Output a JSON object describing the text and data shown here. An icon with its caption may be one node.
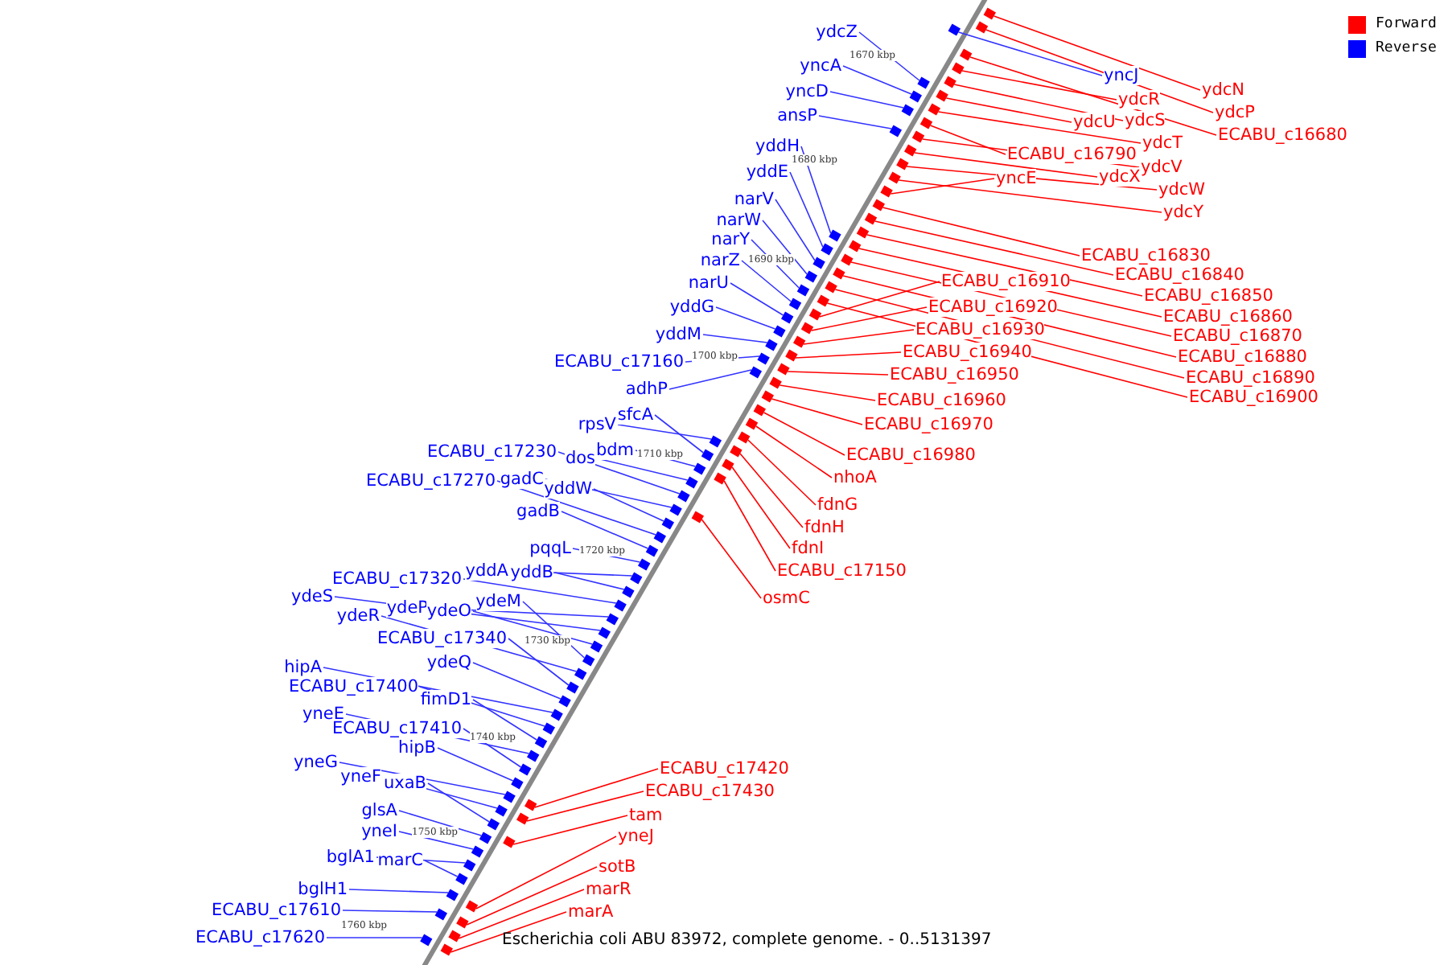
{
  "diagram": {
    "nodes": [
      {
        "text": [
          "ydcZ"
        ]
      },
      {
        "text": [
          "yncA"
        ]
      },
      {
        "text": [
          "yncD"
        ]
      },
      {
        "text": [
          "ansP"
        ]
      },
      {
        "text": [
          "yddH"
        ]
      },
      {
        "text": [
          "yddE"
        ]
      },
      {
        "text": [
          "narV"
        ]
      },
      {
        "text": [
          "narW"
        ]
      },
      {
        "text": [
          "narY"
        ]
      },
      {
        "text": [
          "narZ"
        ]
      },
      {
        "text": [
          "narU"
        ]
      },
      {
        "text": [
          "yddG"
        ]
      },
      {
        "text": [
          "yddM"
        ]
      },
      {
        "text": [
          "ECABU_c17160"
        ]
      },
      {
        "text": [
          "adhP"
        ]
      },
      {
        "text": [
          "rpsV"
        ]
      },
      {
        "text": [
          "sfcA"
        ]
      },
      {
        "text": [
          "ECABU_c17230"
        ]
      },
      {
        "text": [
          "dos"
        ]
      },
      {
        "text": [
          "bdm"
        ]
      },
      {
        "text": [
          "ECABU_c17270"
        ]
      },
      {
        "text": [
          "gadC"
        ]
      },
      {
        "text": [
          "yddW"
        ]
      },
      {
        "text": [
          "gadB"
        ]
      },
      {
        "text": [
          "pqqL"
        ]
      },
      {
        "text": [
          "yddA"
        ]
      },
      {
        "text": [
          "yddB"
        ]
      },
      {
        "text": [
          "ydeS"
        ]
      },
      {
        "text": [
          "ECABU_c17320"
        ]
      },
      {
        "text": [
          "ydeP"
        ]
      },
      {
        "text": [
          "ydeO"
        ]
      },
      {
        "text": [
          "ydeR"
        ]
      },
      {
        "text": [
          "ydeM"
        ]
      },
      {
        "text": [
          "ECABU_c17340"
        ]
      },
      {
        "text": [
          "ydeQ"
        ]
      },
      {
        "text": [
          "hipA"
        ]
      },
      {
        "text": [
          "ECABU_c17400"
        ]
      },
      {
        "text": [
          "fimD1"
        ]
      },
      {
        "text": [
          "yneE"
        ]
      },
      {
        "text": [
          "ECABU_c17410"
        ]
      },
      {
        "text": [
          "hipB"
        ]
      },
      {
        "text": [
          "yneG"
        ]
      },
      {
        "text": [
          "yneF"
        ]
      },
      {
        "text": [
          "uxaB"
        ]
      },
      {
        "text": [
          "glsA"
        ]
      },
      {
        "text": [
          "yneI"
        ]
      },
      {
        "text": [
          "bglA1"
        ]
      },
      {
        "text": [
          "marC"
        ]
      },
      {
        "text": [
          "bglH1"
        ]
      },
      {
        "text": [
          "ECABU_c17610"
        ]
      },
      {
        "text": [
          "ECABU_c17620"
        ]
      },
      {
        "text": [
          "yncJ"
        ]
      },
      {
        "text": [
          "ydcN"
        ]
      },
      {
        "text": [
          "ydcP"
        ]
      },
      {
        "text": [
          "ECABU_c16680"
        ]
      },
      {
        "text": [
          "ydcR"
        ]
      },
      {
        "text": [
          "ydcS"
        ]
      },
      {
        "text": [
          "ydcU"
        ]
      },
      {
        "text": [
          "ydcT"
        ]
      },
      {
        "text": [
          "ECABU_c16790"
        ]
      },
      {
        "text": [
          "ydcV"
        ]
      },
      {
        "text": [
          "yncE"
        ]
      },
      {
        "text": [
          "ydcX"
        ]
      },
      {
        "text": [
          "ydcW"
        ]
      },
      {
        "text": [
          "ydcY"
        ]
      },
      {
        "text": [
          "ECABU_c16830"
        ]
      },
      {
        "text": [
          "ECABU_c16840"
        ]
      },
      {
        "text": [
          "ECABU_c16850"
        ]
      },
      {
        "text": [
          "ECABU_c16860"
        ]
      },
      {
        "text": [
          "ECABU_c16870"
        ]
      },
      {
        "text": [
          "ECABU_c16880"
        ]
      },
      {
        "text": [
          "ECABU_c16890"
        ]
      },
      {
        "text": [
          "ECABU_c16900"
        ]
      },
      {
        "text": [
          "ECABU_c16910"
        ]
      },
      {
        "text": [
          "ECABU_c16920"
        ]
      },
      {
        "text": [
          "ECABU_c16930"
        ]
      },
      {
        "text": [
          "ECABU_c16940"
        ]
      },
      {
        "text": [
          "ECABU_c16950"
        ]
      },
      {
        "text": [
          "ECABU_c16960"
        ]
      },
      {
        "text": [
          "ECABU_c16970"
        ]
      },
      {
        "text": [
          "ECABU_c16980"
        ]
      },
      {
        "text": [
          "nhoA"
        ]
      },
      {
        "text": [
          "fdnG"
        ]
      },
      {
        "text": [
          "fdnH"
        ]
      },
      {
        "text": [
          "fdnI"
        ]
      },
      {
        "text": [
          "ECABU_c17150"
        ]
      },
      {
        "text": [
          "osmC"
        ]
      },
      {
        "text": [
          "ECABU_c17420"
        ]
      },
      {
        "text": [
          "ECABU_c17430"
        ]
      },
      {
        "text": [
          "tam"
        ]
      },
      {
        "text": [
          "yneJ"
        ]
      },
      {
        "text": [
          "sotB"
        ]
      },
      {
        "text": [
          "marR"
        ]
      },
      {
        "text": [
          "marA"
        ]
      },
      {
        "text": [],
        "shape": "box"
      },
      {
        "text": [],
        "shape": "box"
      },
      {
        "text": [],
        "shape": "box"
      },
      {
        "text": [],
        "shape": "box"
      },
      {
        "text": [],
        "shape": "box"
      },
      {
        "text": [],
        "shape": "box"
      },
      {
        "text": [],
        "shape": "box"
      },
      {
        "text": [],
        "shape": "box"
      },
      {
        "text": [],
        "shape": "box"
      },
      {
        "text": [],
        "shape": "box"
      },
      {
        "text": [],
        "shape": "box"
      },
      {
        "text": [],
        "shape": "box"
      },
      {
        "text": [],
        "shape": "box"
      },
      {
        "text": [],
        "shape": "box"
      },
      {
        "text": [],
        "shape": "box"
      },
      {
        "text": [],
        "shape": "box"
      },
      {
        "text": [],
        "shape": "box"
      },
      {
        "text": [],
        "shape": "box"
      },
      {
        "text": [],
        "shape": "box"
      },
      {
        "text": [],
        "shape": "box"
      },
      {
        "text": [],
        "shape": "box"
      },
      {
        "text": [],
        "shape": "box"
      },
      {
        "text": [],
        "shape": "box"
      },
      {
        "text": [],
        "shape": "box"
      },
      {
        "text": [],
        "shape": "box"
      },
      {
        "text": [],
        "shape": "box"
      },
      {
        "text": [],
        "shape": "box"
      },
      {
        "text": [],
        "shape": "box"
      },
      {
        "text": [],
        "shape": "box"
      },
      {
        "text": [],
        "shape": "box"
      },
      {
        "text": [],
        "shape": "box"
      },
      {
        "text": [],
        "shape": "box"
      },
      {
        "text": [],
        "shape": "box"
      },
      {
        "text": [],
        "shape": "box"
      },
      {
        "text": [],
        "shape": "box"
      },
      {
        "text": [],
        "shape": "box"
      },
      {
        "text": [],
        "shape": "box"
      },
      {
        "text": [],
        "shape": "box"
      },
      {
        "text": [],
        "shape": "box"
      },
      {
        "text": [],
        "shape": "box"
      },
      {
        "text": [],
        "shape": "box"
      },
      {
        "text": [],
        "shape": "box"
      },
      {
        "text": [],
        "shape": "box"
      },
      {
        "text": [],
        "shape": "box"
      },
      {
        "text": [],
        "shape": "box"
      },
      {
        "text": [],
        "shape": "box"
      },
      {
        "text": [],
        "shape": "box"
      },
      {
        "text": [],
        "shape": "box"
      },
      {
        "text": [],
        "shape": "box"
      },
      {
        "text": [],
        "shape": "box"
      },
      {
        "text": [],
        "shape": "box"
      },
      {
        "text": [],
        "shape": "box"
      },
      {
        "text": [],
        "shape": "box"
      },
      {
        "text": [],
        "shape": "box"
      },
      {
        "text": [],
        "shape": "box"
      },
      {
        "text": [],
        "shape": "box"
      },
      {
        "text": [],
        "shape": "box"
      },
      {
        "text": [],
        "shape": "box"
      },
      {
        "text": [],
        "shape": "box"
      },
      {
        "text": [],
        "shape": "box"
      },
      {
        "text": [],
        "shape": "box"
      },
      {
        "text": [],
        "shape": "box"
      },
      {
        "text": [],
        "shape": "box"
      },
      {
        "text": [],
        "shape": "box"
      },
      {
        "text": [],
        "shape": "box"
      },
      {
        "text": [],
        "shape": "box"
      },
      {
        "text": [],
        "shape": "box"
      },
      {
        "text": [],
        "shape": "box"
      },
      {
        "text": [],
        "shape": "box"
      },
      {
        "text": [],
        "shape": "box"
      },
      {
        "text": [],
        "shape": "box"
      },
      {
        "text": [],
        "shape": "box"
      },
      {
        "text": [],
        "shape": "box"
      },
      {
        "text": [],
        "shape": "box"
      },
      {
        "text": [],
        "shape": "box"
      },
      {
        "text": [],
        "shape": "box"
      },
      {
        "text": [],
        "shape": "box"
      },
      {
        "text": [],
        "shape": "box"
      },
      {
        "text": [],
        "shape": "box"
      },
      {
        "text": [],
        "shape": "box"
      },
      {
        "text": [],
        "shape": "box"
      },
      {
        "text": [],
        "shape": "box"
      },
      {
        "text": [],
        "shape": "box"
      },
      {
        "text": [],
        "shape": "box"
      },
      {
        "text": [],
        "shape": "box"
      },
      {
        "text": [],
        "shape": "box"
      },
      {
        "text": [],
        "shape": "box"
      },
      {
        "text": [],
        "shape": "box"
      },
      {
        "text": [],
        "shape": "box"
      },
      {
        "text": [],
        "shape": "box"
      },
      {
        "text": [],
        "shape": "box"
      },
      {
        "text": [],
        "shape": "box"
      },
      {
        "text": [],
        "shape": "box"
      },
      {
        "text": [],
        "shape": "box"
      }
    ],
    "edges": [
      {
        "from": 0,
        "to": 94,
        "arrow": "none"
      },
      {
        "from": 1,
        "to": 95,
        "arrow": "none"
      },
      {
        "from": 2,
        "to": 96,
        "arrow": "none"
      },
      {
        "from": 3,
        "to": 97,
        "arrow": "none"
      },
      {
        "from": 4,
        "to": 98,
        "arrow": "none"
      },
      {
        "from": 5,
        "to": 99,
        "arrow": "none"
      },
      {
        "from": 6,
        "to": 100,
        "arrow": "none"
      },
      {
        "from": 7,
        "to": 101,
        "arrow": "none"
      },
      {
        "from": 8,
        "to": 102,
        "arrow": "none"
      },
      {
        "from": 9,
        "to": 103,
        "arrow": "none"
      },
      {
        "from": 10,
        "to": 104,
        "arrow": "none"
      },
      {
        "from": 11,
        "to": 105,
        "arrow": "none"
      },
      {
        "from": 12,
        "to": 106,
        "arrow": "none"
      },
      {
        "from": 13,
        "to": 107,
        "arrow": "none"
      },
      {
        "from": 14,
        "to": 108,
        "arrow": "none"
      },
      {
        "from": 15,
        "to": 109,
        "arrow": "none"
      },
      {
        "from": 16,
        "to": 110,
        "arrow": "none"
      },
      {
        "from": 17,
        "to": 111,
        "arrow": "none"
      },
      {
        "from": 18,
        "to": 112,
        "arrow": "none"
      },
      {
        "from": 19,
        "to": 113,
        "arrow": "none"
      },
      {
        "from": 20,
        "to": 114,
        "arrow": "none"
      },
      {
        "from": 21,
        "to": 115,
        "arrow": "none"
      },
      {
        "from": 22,
        "to": 116,
        "arrow": "none"
      },
      {
        "from": 23,
        "to": 117,
        "arrow": "none"
      },
      {
        "from": 24,
        "to": 118,
        "arrow": "none"
      },
      {
        "from": 25,
        "to": 119,
        "arrow": "none"
      },
      {
        "from": 26,
        "to": 120,
        "arrow": "none"
      },
      {
        "from": 27,
        "to": 121,
        "arrow": "none"
      },
      {
        "from": 28,
        "to": 122,
        "arrow": "none"
      },
      {
        "from": 29,
        "to": 123,
        "arrow": "none"
      },
      {
        "from": 30,
        "to": 124,
        "arrow": "none"
      },
      {
        "from": 31,
        "to": 125,
        "arrow": "none"
      },
      {
        "from": 32,
        "to": 126,
        "arrow": "none"
      },
      {
        "from": 33,
        "to": 127,
        "arrow": "none"
      },
      {
        "from": 34,
        "to": 128,
        "arrow": "none"
      },
      {
        "from": 35,
        "to": 129,
        "arrow": "none"
      },
      {
        "from": 36,
        "to": 130,
        "arrow": "none"
      },
      {
        "from": 37,
        "to": 131,
        "arrow": "none"
      },
      {
        "from": 38,
        "to": 132,
        "arrow": "none"
      },
      {
        "from": 39,
        "to": 133,
        "arrow": "none"
      },
      {
        "from": 40,
        "to": 134,
        "arrow": "none"
      },
      {
        "from": 41,
        "to": 135,
        "arrow": "none"
      },
      {
        "from": 42,
        "to": 136,
        "arrow": "none"
      },
      {
        "from": 43,
        "to": 137,
        "arrow": "none"
      },
      {
        "from": 44,
        "to": 138,
        "arrow": "none"
      },
      {
        "from": 45,
        "to": 139,
        "arrow": "none"
      },
      {
        "from": 46,
        "to": 140,
        "arrow": "none"
      },
      {
        "from": 47,
        "to": 141,
        "arrow": "none"
      },
      {
        "from": 48,
        "to": 142,
        "arrow": "none"
      },
      {
        "from": 49,
        "to": 143,
        "arrow": "none"
      },
      {
        "from": 50,
        "to": 144,
        "arrow": "none"
      },
      {
        "from": 51,
        "to": 145,
        "arrow": "none"
      },
      {
        "from": 52,
        "to": 146,
        "arrow": "none",
        "color": "#ff0000"
      },
      {
        "from": 53,
        "to": 147,
        "arrow": "none",
        "color": "#ff0000"
      },
      {
        "from": 54,
        "to": 148,
        "arrow": "none",
        "color": "#ff0000"
      },
      {
        "from": 55,
        "to": 149,
        "arrow": "none",
        "color": "#ff0000"
      },
      {
        "from": 56,
        "to": 150,
        "arrow": "none",
        "color": "#ff0000"
      },
      {
        "from": 57,
        "to": 151,
        "arrow": "none",
        "color": "#ff0000"
      },
      {
        "from": 58,
        "to": 152,
        "arrow": "none",
        "color": "#ff0000"
      },
      {
        "from": 59,
        "to": 153,
        "arrow": "none",
        "color": "#ff0000"
      },
      {
        "from": 60,
        "to": 154,
        "arrow": "none",
        "color": "#ff0000"
      },
      {
        "from": 61,
        "to": 155,
        "arrow": "none",
        "color": "#ff0000"
      },
      {
        "from": 62,
        "to": 156,
        "arrow": "none",
        "color": "#ff0000"
      },
      {
        "from": 63,
        "to": 157,
        "arrow": "none",
        "color": "#ff0000"
      },
      {
        "from": 64,
        "to": 158,
        "arrow": "none",
        "color": "#ff0000"
      },
      {
        "from": 65,
        "to": 159,
        "arrow": "none",
        "color": "#ff0000"
      },
      {
        "from": 66,
        "to": 160,
        "arrow": "none",
        "color": "#ff0000"
      },
      {
        "from": 67,
        "to": 161,
        "arrow": "none",
        "color": "#ff0000"
      },
      {
        "from": 68,
        "to": 162,
        "arrow": "none",
        "color": "#ff0000"
      },
      {
        "from": 69,
        "to": 163,
        "arrow": "none",
        "color": "#ff0000"
      },
      {
        "from": 70,
        "to": 164,
        "arrow": "none",
        "color": "#ff0000"
      },
      {
        "from": 71,
        "to": 165,
        "arrow": "none",
        "color": "#ff0000"
      },
      {
        "from": 72,
        "to": 166,
        "arrow": "none",
        "color": "#ff0000"
      },
      {
        "from": 73,
        "to": 167,
        "arrow": "none",
        "color": "#ff0000"
      },
      {
        "from": 74,
        "to": 168,
        "arrow": "none",
        "color": "#ff0000"
      },
      {
        "from": 75,
        "to": 169,
        "arrow": "none",
        "color": "#ff0000"
      },
      {
        "from": 76,
        "to": 170,
        "arrow": "none",
        "color": "#ff0000"
      },
      {
        "from": 77,
        "to": 171,
        "arrow": "none",
        "color": "#ff0000"
      },
      {
        "from": 78,
        "to": 172,
        "arrow": "none",
        "color": "#ff0000"
      },
      {
        "from": 79,
        "to": 173,
        "arrow": "none",
        "color": "#ff0000"
      },
      {
        "from": 80,
        "to": 174,
        "arrow": "none",
        "color": "#ff0000"
      },
      {
        "from": 81,
        "to": 175,
        "arrow": "none",
        "color": "#ff0000"
      },
      {
        "from": 82,
        "to": 176,
        "arrow": "none",
        "color": "#ff0000"
      },
      {
        "from": 83,
        "to": 177,
        "arrow": "none",
        "color": "#ff0000"
      },
      {
        "from": 84,
        "to": 178,
        "arrow": "none",
        "color": "#ff0000"
      },
      {
        "from": 85,
        "to": 179,
        "arrow": "none",
        "color": "#ff0000"
      },
      {
        "from": 86,
        "to": 180,
        "arrow": "none",
        "color": "#ff0000"
      },
      {
        "from": 87,
        "to": 181,
        "arrow": "none",
        "color": "#ff0000"
      },
      {
        "from": 88,
        "to": 182,
        "arrow": "none",
        "color": "#ff0000"
      },
      {
        "from": 89,
        "to": 183,
        "arrow": "none",
        "color": "#ff0000"
      },
      {
        "from": 90,
        "to": 184,
        "arrow": "none",
        "color": "#ff0000"
      },
      {
        "from": 91,
        "to": 185,
        "arrow": "none",
        "color": "#ff0000"
      },
      {
        "from": 92,
        "to": 186,
        "arrow": "none",
        "color": "#ff0000"
      },
      {
        "from": 93,
        "to": 187,
        "arrow": "none",
        "color": "#ff0000"
      }
    ],
    "labels": [
      "1670 kbp",
      "1680 kbp",
      "1690 kbp",
      "1700 kbp",
      "1710 kbp",
      "1720 kbp",
      "1730 kbp",
      "1740 kbp",
      "1750 kbp",
      "1760 kbp",
      "Escherichia coli ABU 83972, complete genome. - 0..5131397"
    ],
    "legend": [
      {
        "text": "Forward",
        "color": "#ff0000"
      },
      {
        "text": "Reverse",
        "color": "#0000ff"
      }
    ]
  }
}
